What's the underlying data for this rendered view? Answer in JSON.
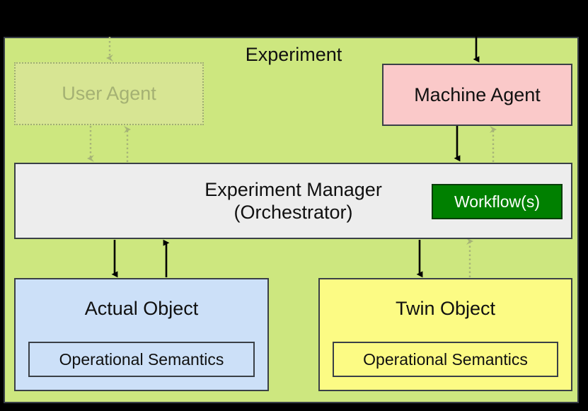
{
  "diagram": {
    "title": "Experiment",
    "background_outer": "#000000",
    "container": {
      "label": "Experiment",
      "fill": "#CDE77F",
      "stroke": "#3A4047"
    },
    "nodes": {
      "user_agent": {
        "label": "User Agent",
        "fill": "#DDE5A0",
        "stroke": "#9FAE72",
        "text_color": "#A4B173",
        "style": "dotted-ghosted"
      },
      "machine_agent": {
        "label": "Machine Agent",
        "fill": "#FAC9C9",
        "stroke": "#3A4047",
        "text_color": "#101010",
        "style": "solid"
      },
      "experiment_manager": {
        "label": "Experiment Manager\n(Orchestrator)",
        "line1": "Experiment Manager",
        "line2": "(Orchestrator)",
        "fill": "#EDEDED",
        "stroke": "#3A4047",
        "text_color": "#101010",
        "style": "solid"
      },
      "workflows": {
        "label": "Workflow(s)",
        "fill": "#008000",
        "stroke": "#0A3D0A",
        "text_color": "#FFFFFF",
        "style": "solid"
      },
      "actual_object": {
        "label": "Actual Object",
        "inner_label": "Operational Semantics",
        "fill": "#CCE0F8",
        "stroke": "#3A4047",
        "text_color": "#101010",
        "style": "solid"
      },
      "twin_object": {
        "label": "Twin Object",
        "inner_label": "Operational Semantics",
        "fill": "#FCFB84",
        "stroke": "#3A4047",
        "text_color": "#101010",
        "style": "solid"
      }
    },
    "edges": [
      {
        "name": "external-to-user-agent",
        "from": "outside-top",
        "to": "user_agent",
        "style": "dotted",
        "color": "#9FAE72",
        "direction": "down"
      },
      {
        "name": "external-to-machine-agent",
        "from": "outside-top",
        "to": "machine_agent",
        "style": "solid",
        "color": "#000000",
        "direction": "down"
      },
      {
        "name": "user-agent-to-manager",
        "from": "user_agent",
        "to": "experiment_manager",
        "style": "dotted",
        "color": "#9FAE72",
        "direction": "down"
      },
      {
        "name": "manager-to-user-agent",
        "from": "experiment_manager",
        "to": "user_agent",
        "style": "dotted",
        "color": "#9FAE72",
        "direction": "up"
      },
      {
        "name": "machine-agent-to-manager",
        "from": "machine_agent",
        "to": "experiment_manager",
        "style": "solid",
        "color": "#000000",
        "direction": "down"
      },
      {
        "name": "manager-to-machine-agent",
        "from": "experiment_manager",
        "to": "machine_agent",
        "style": "dotted",
        "color": "#9FAE72",
        "direction": "up"
      },
      {
        "name": "manager-to-actual-object",
        "from": "experiment_manager",
        "to": "actual_object",
        "style": "solid",
        "color": "#000000",
        "direction": "down"
      },
      {
        "name": "actual-object-to-manager",
        "from": "actual_object",
        "to": "experiment_manager",
        "style": "solid",
        "color": "#000000",
        "direction": "up"
      },
      {
        "name": "manager-to-twin-object",
        "from": "experiment_manager",
        "to": "twin_object",
        "style": "solid",
        "color": "#000000",
        "direction": "down"
      },
      {
        "name": "twin-object-to-manager",
        "from": "twin_object",
        "to": "experiment_manager",
        "style": "dotted",
        "color": "#9FAE72",
        "direction": "up"
      }
    ]
  }
}
